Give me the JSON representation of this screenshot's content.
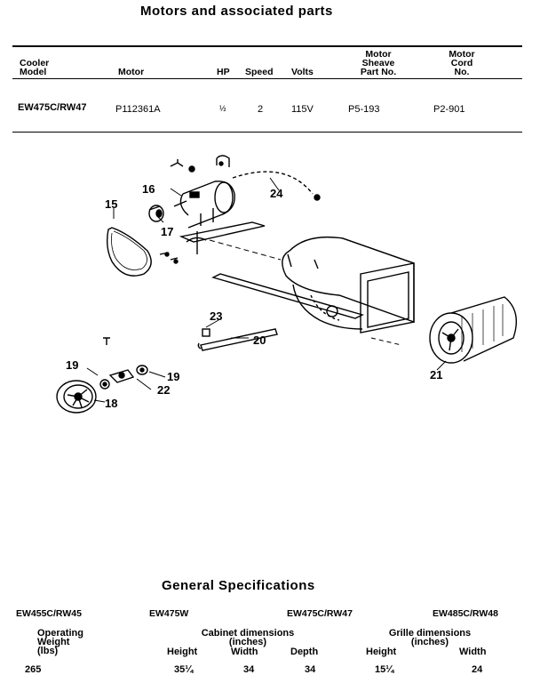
{
  "motors": {
    "title": "Motors and associated parts",
    "headers": {
      "cooler_model": [
        "Cooler",
        "Model"
      ],
      "motor": "Motor",
      "hp": "HP",
      "speed": "Speed",
      "volts": "Volts",
      "sheave": [
        "Motor",
        "Sheave",
        "Part No."
      ],
      "cord": [
        "Motor",
        "Cord",
        "No."
      ]
    },
    "row": {
      "cooler_model": "EW475C/RW47",
      "motor": "P112361A",
      "hp": "½",
      "speed": "2",
      "volts": "115V",
      "sheave": "P5-193",
      "cord": "P2-901"
    }
  },
  "diagram": {
    "labels": [
      "15",
      "16",
      "17",
      "24",
      "23",
      "20",
      "19",
      "19",
      "22",
      "18",
      "21"
    ]
  },
  "specs": {
    "title": "General Specifications",
    "models": [
      "EW455C/RW45",
      "EW475W",
      "EW475C/RW47",
      "EW485C/RW48"
    ],
    "headers": {
      "weight": [
        "Operating",
        "Weight",
        "(lbs)"
      ],
      "cabinet": [
        "Cabinet dimensions",
        "(inches)"
      ],
      "grille": [
        "Grille dimensions",
        "(inches)"
      ],
      "sub": [
        "Height",
        "Width",
        "Depth",
        "Height",
        "Width"
      ]
    },
    "row": [
      "265",
      "35¼",
      "34",
      "34",
      "15¼",
      "24"
    ]
  }
}
